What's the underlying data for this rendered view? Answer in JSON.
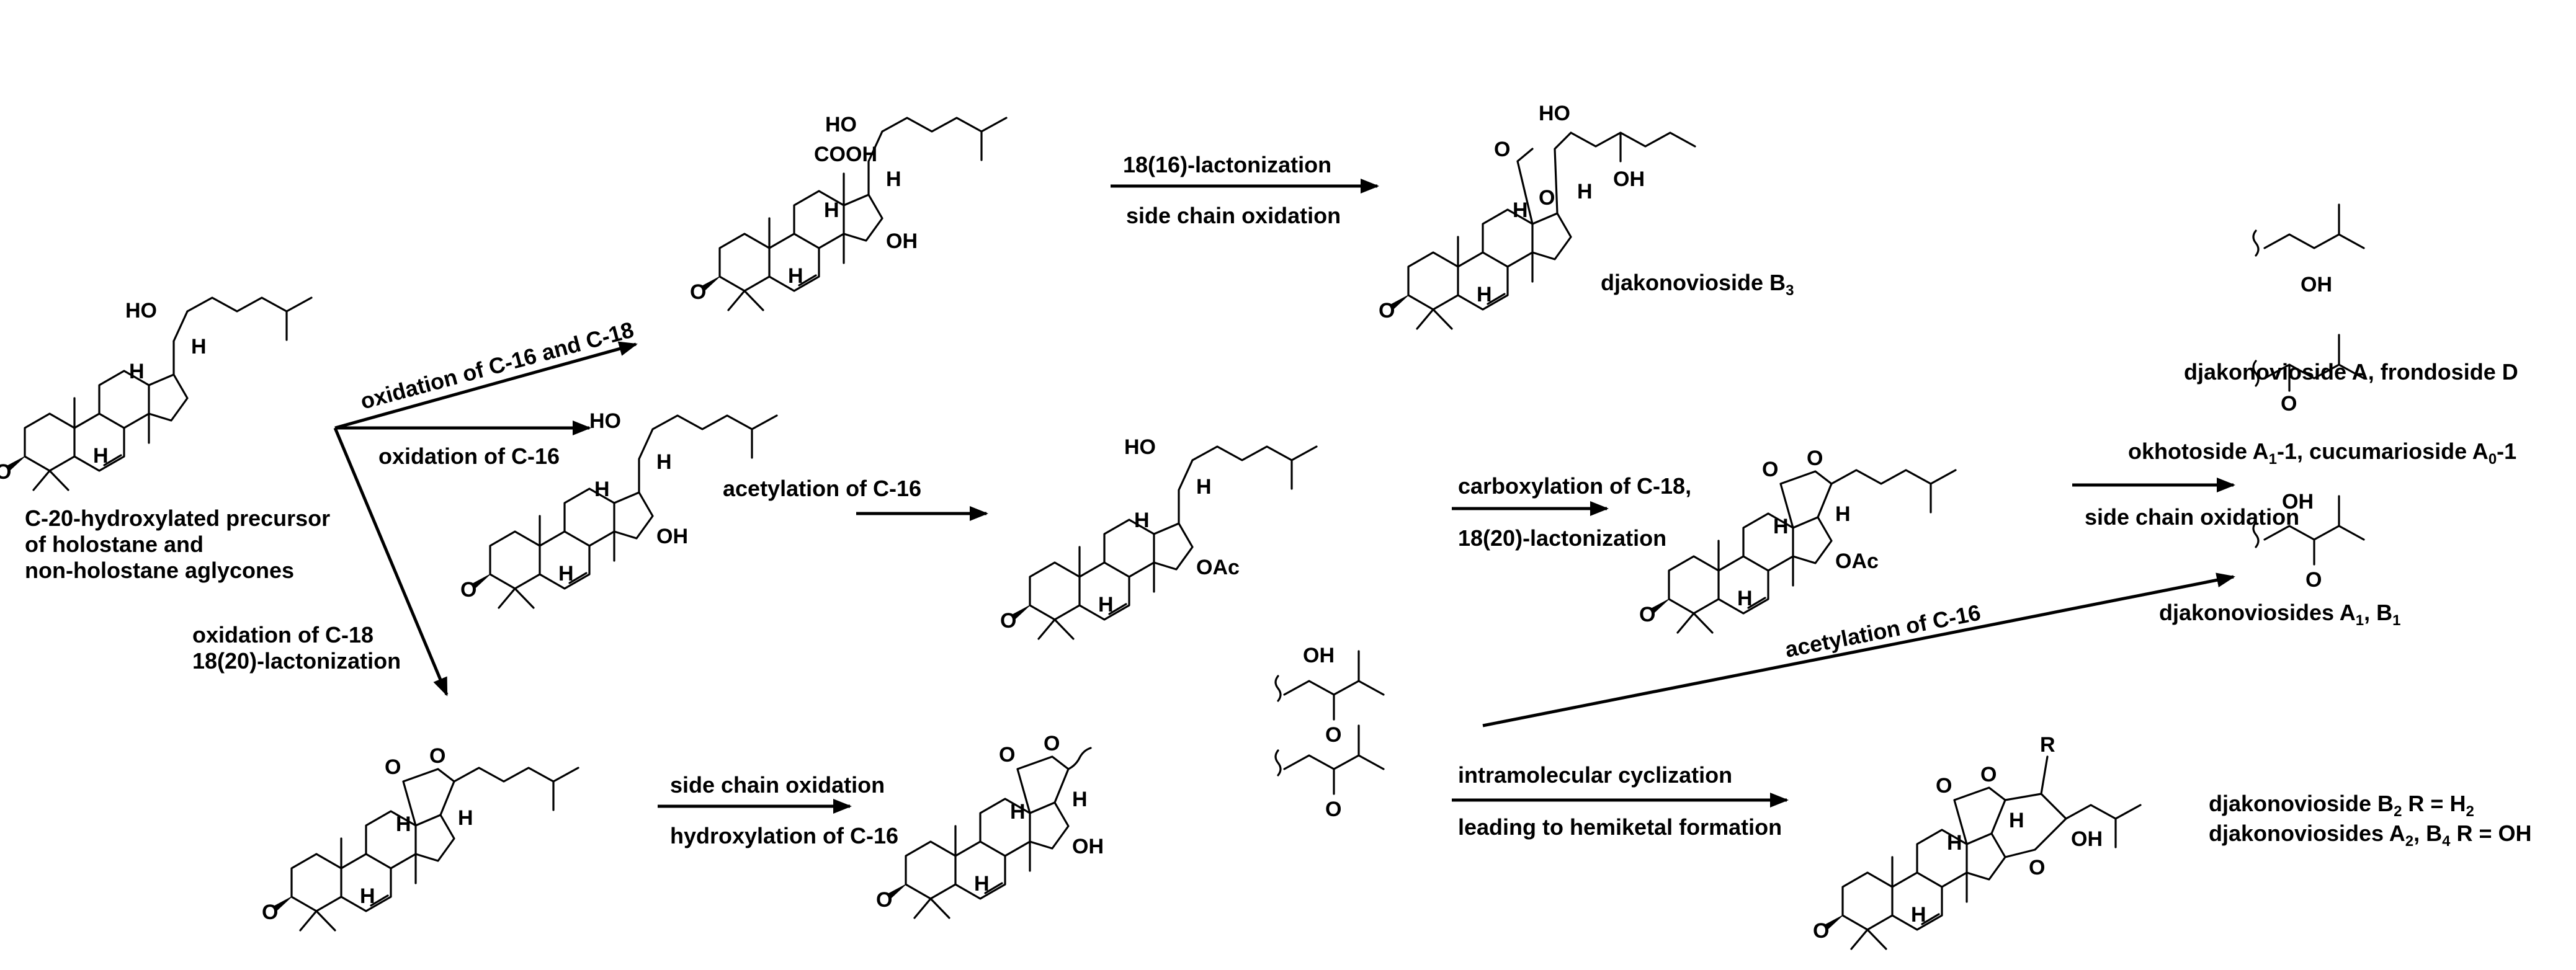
{
  "precursor": {
    "line1": "C-20-hydroxylated precursor",
    "line2": "of holostane and",
    "line3": "non-holostane aglycones"
  },
  "reactions": {
    "ox_c16_c18": "oxidation of C-16 and C-18",
    "ox_c16": "oxidation of C-16",
    "ox_c18": "oxidation of C-18",
    "lact_18_20": "18(20)-lactonization",
    "lact_18_16": "18(16)-lactonization",
    "sc_ox": "side chain oxidation",
    "acet_c16": "acetylation of C-16",
    "carbox_c18": "carboxylation of C-18,",
    "lact_18_20b": "18(20)-lactonization",
    "sc_ox2": "side chain oxidation",
    "sc_ox3": "side chain oxidation",
    "hydrox_c16": "hydroxylation of C-16",
    "acet_c16b": "acetylation of C-16",
    "intramol": "intramolecular cyclization",
    "hemiketal": "leading to hemiketal formation"
  },
  "atoms": {
    "HO": "HO",
    "H": "H",
    "OH": "OH",
    "O": "O",
    "COOH": "COOH",
    "OAc": "OAc",
    "R": "R"
  },
  "products": {
    "b3_main": "djakonovioside B",
    "b3_sub": "3",
    "dA_frondD": "djakonovioside A, frondoside D",
    "okho_main": "okhotoside A",
    "okho_sub1": "1",
    "okho_mid": "-1, cucumarioside A",
    "okho_sub2": "0",
    "okho_end": "-1",
    "dA1B1_main": "djakonoviosides A",
    "dA1B1_sub1": "1",
    "dA1B1_mid": ", B",
    "dA1B1_sub2": "1",
    "b2_main": "djakonovioside B",
    "b2_sub": "2",
    "b2_r": " R = H",
    "b2_rsub": "2",
    "a2b4_main": "djakonoviosides A",
    "a2b4_sub1": "2",
    "a2b4_mid": ", B",
    "a2b4_sub2": "4",
    "a2b4_r": "  R = OH"
  }
}
